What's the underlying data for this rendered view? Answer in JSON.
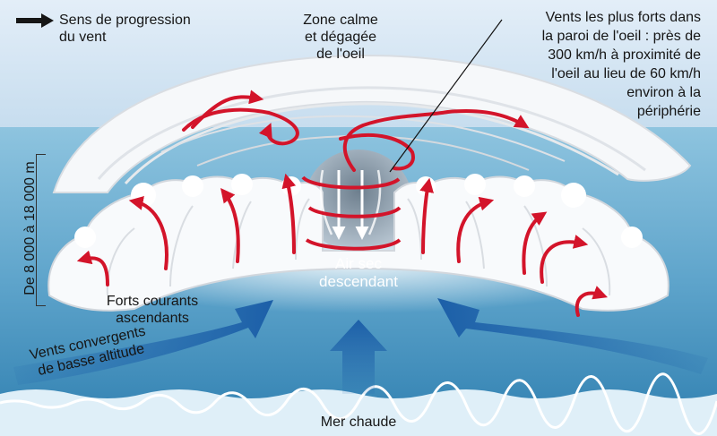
{
  "legend": {
    "label": "Sens de progression\ndu vent",
    "arrow_icon": "black-right-arrow"
  },
  "labels": {
    "eye_calm": "Zone calme\net dégagée\nde l'oeil",
    "strongest_winds": "Vents les plus forts dans\nla paroi de l'oeil : près de\n300 km/h à proximité de\nl'oeil au lieu de 60 km/h\nenviron à la\npériphérie",
    "altitude": "De 8 000 à 18 000 m",
    "dry_air": "Air sec\ndescendant",
    "updrafts": "Forts courants\nascendants",
    "low_winds": "Vents convergents\nde basse altitude",
    "warm_sea": "Mer chaude"
  },
  "colors": {
    "sky": "#cfe3f2",
    "sea_surface": "#7fb9d6",
    "sea_deep": "#2f7fb0",
    "cloud": "#ffffff",
    "cloud_shadow": "#d9dde2",
    "wind_arrow": "#d3142a",
    "blue_arrow": "#1c5fa8"
  }
}
